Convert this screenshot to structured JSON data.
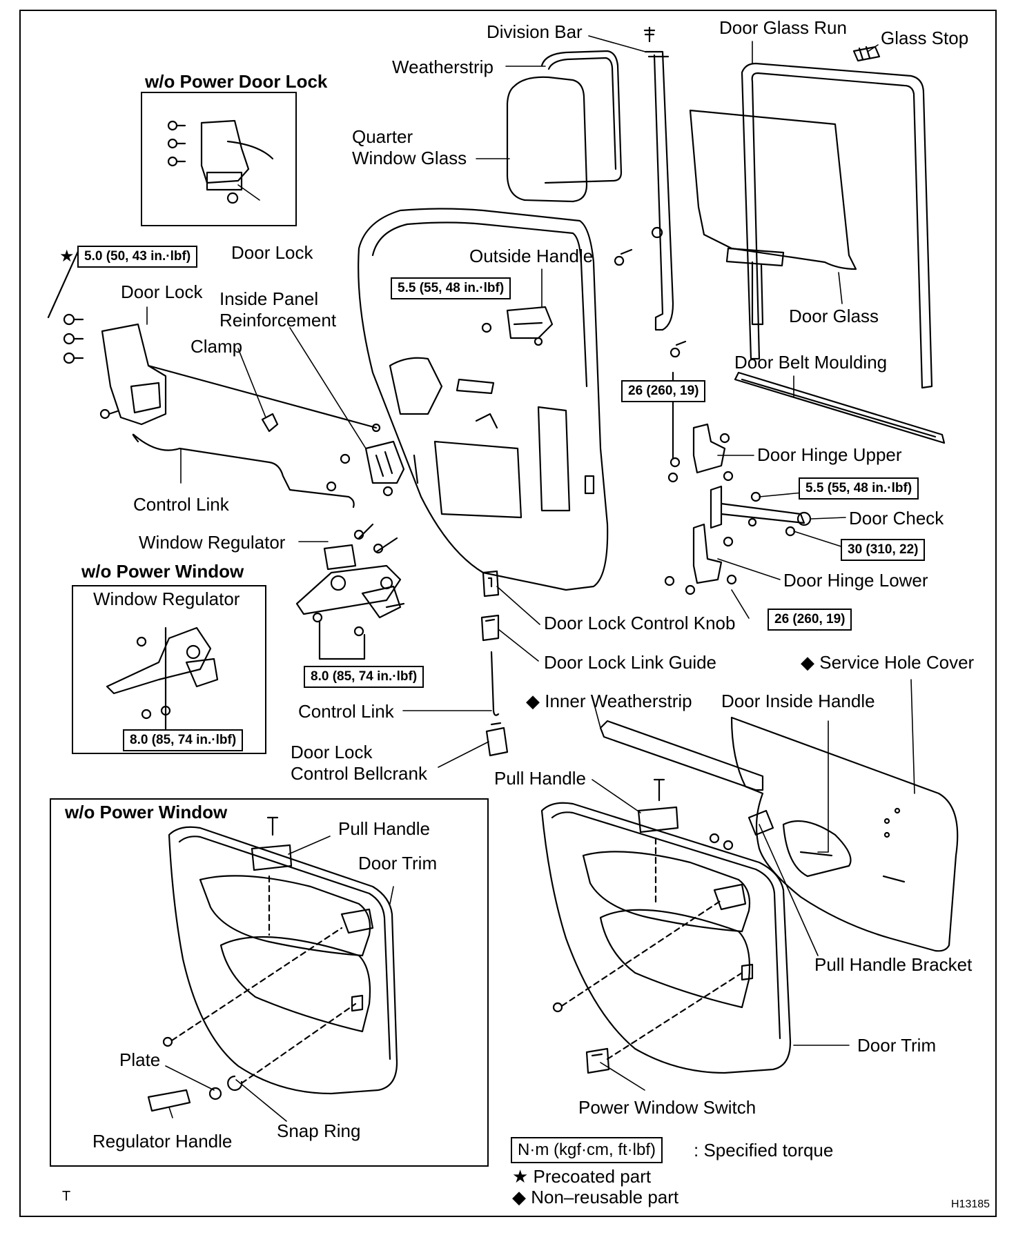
{
  "figure_code": "H13185",
  "corner_mark": "T",
  "top": {
    "division_bar": "Division Bar",
    "door_glass_run": "Door Glass Run",
    "glass_stop": "Glass Stop",
    "weatherstrip": "Weatherstrip",
    "quarter_window_glass_1": "Quarter",
    "quarter_window_glass_2": "Window Glass",
    "outside_handle": "Outside Handle",
    "door_glass": "Door Glass",
    "door_belt_moulding": "Door Belt Moulding"
  },
  "lock_inset": {
    "title": "w/o Power Door Lock",
    "door_lock": "Door Lock"
  },
  "left": {
    "door_lock": "Door Lock",
    "inside_panel_reinforcement_1": "Inside Panel",
    "inside_panel_reinforcement_2": "Reinforcement",
    "clamp": "Clamp",
    "control_link": "Control Link",
    "window_regulator": "Window Regulator"
  },
  "regulator_inset": {
    "title": "w/o Power Window",
    "label": "Window Regulator"
  },
  "right": {
    "door_hinge_upper": "Door Hinge Upper",
    "door_check": "Door Check",
    "door_hinge_lower": "Door Hinge Lower"
  },
  "center": {
    "door_lock_control_knob": "Door Lock Control Knob",
    "door_lock_link_guide": "Door Lock Link Guide",
    "control_link": "Control Link",
    "bellcrank_1": "Door Lock",
    "bellcrank_2": "Control Bellcrank"
  },
  "torques": {
    "lock_screws": "5.0 (50, 43 in.·lbf)",
    "outside_handle": "5.5 (55, 48 in.·lbf)",
    "hinge_upper": "26 (260, 19)",
    "door_check_upper": "5.5 (55, 48 in.·lbf)",
    "door_check_lower": "30 (310, 22)",
    "hinge_lower": "26 (260, 19)",
    "window_regulator": "8.0 (85, 74 in.·lbf)",
    "inset_regulator": "8.0 (85, 74 in.·lbf)"
  },
  "lower_left_inset": {
    "title": "w/o Power Window",
    "pull_handle": "Pull Handle",
    "door_trim": "Door Trim",
    "plate": "Plate",
    "regulator_handle": "Regulator Handle",
    "snap_ring": "Snap Ring"
  },
  "lower_right": {
    "inner_weatherstrip": "Inner Weatherstrip",
    "door_inside_handle": "Door Inside Handle",
    "service_hole_cover": "Service Hole Cover",
    "pull_handle": "Pull Handle",
    "pull_handle_bracket": "Pull Handle Bracket",
    "door_trim": "Door Trim",
    "power_window_switch": "Power Window Switch"
  },
  "legend": {
    "torque_unit": "N·m (kgf·cm, ft·lbf)",
    "torque_desc": ": Specified torque",
    "precoated": "Precoated part",
    "non_reusable": "Non–reusable part"
  },
  "symbols": {
    "star": "★",
    "diamond": "◆"
  }
}
